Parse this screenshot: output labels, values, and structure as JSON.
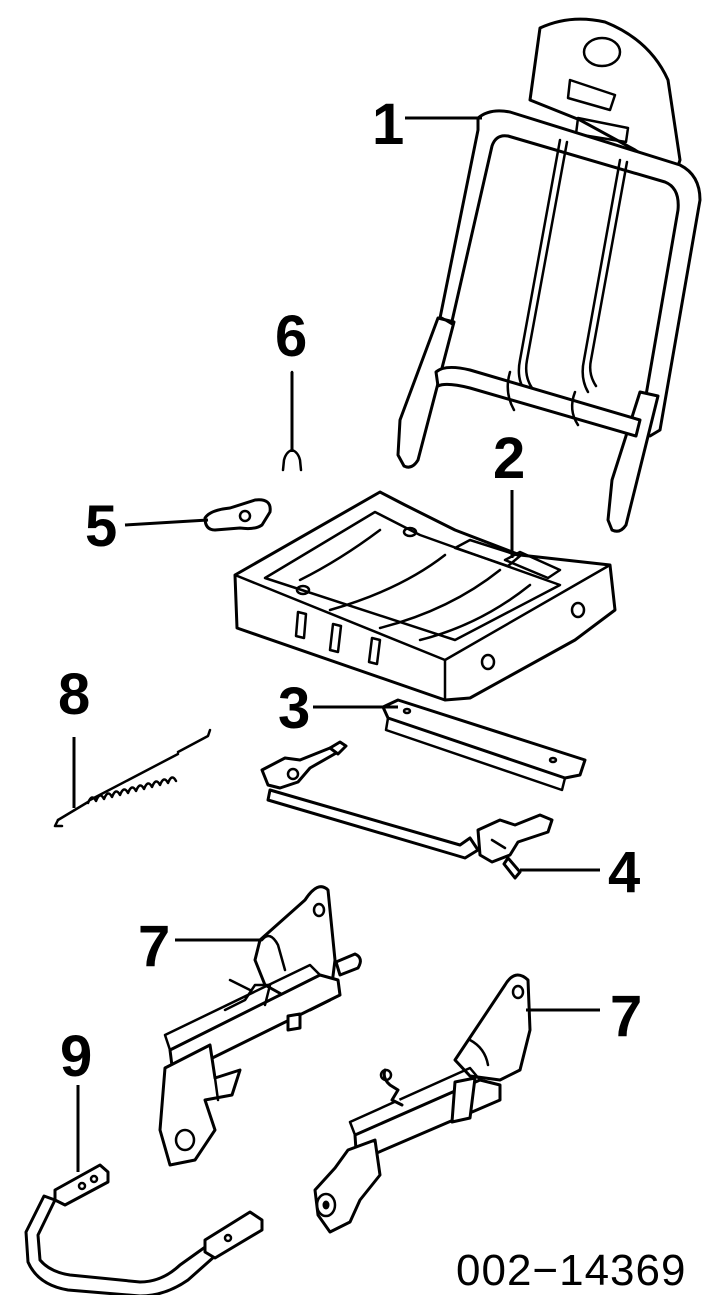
{
  "callouts": {
    "c1": "1",
    "c2": "2",
    "c3": "3",
    "c4": "4",
    "c5": "5",
    "c6": "6",
    "c7a": "7",
    "c7b": "7",
    "c8": "8",
    "c9": "9"
  },
  "diagram_code": "002−14369"
}
